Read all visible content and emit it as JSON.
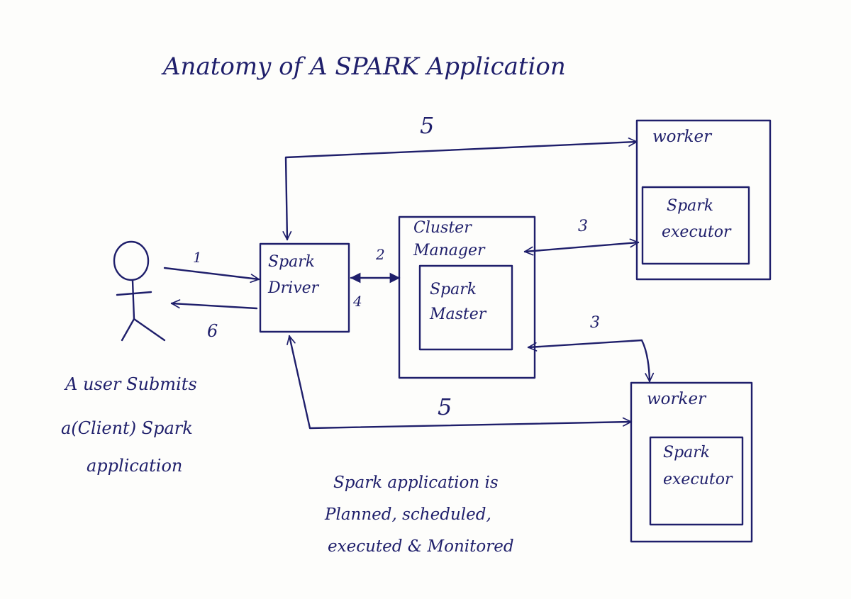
{
  "title": "Anatomy of A SPARK Application",
  "user": {
    "caption_line1": "A user Submits",
    "caption_line2": "a(Client) Spark",
    "caption_line3": "application"
  },
  "nodes": {
    "driver": {
      "line1": "Spark",
      "line2": "Driver"
    },
    "cluster_manager": {
      "line1": "Cluster",
      "line2": "Manager"
    },
    "spark_master": {
      "line1": "Spark",
      "line2": "Master"
    },
    "worker_top": {
      "label": "worker",
      "executor_line1": "Spark",
      "executor_line2": "executor"
    },
    "worker_bottom": {
      "label": "worker",
      "executor_line1": "Spark",
      "executor_line2": "executor"
    }
  },
  "edges": {
    "step1": "1",
    "step2": "2",
    "step3_top": "3",
    "step3_bottom": "3",
    "step4": "4",
    "step5_top": "5",
    "step5_bottom": "5",
    "step6": "6"
  },
  "note": {
    "line1": "Spark application is",
    "line2": "Planned, scheduled,",
    "line3": "executed & Monitored"
  },
  "colors": {
    "ink": "#1f1f6b",
    "paper": "#fdfdfb"
  }
}
